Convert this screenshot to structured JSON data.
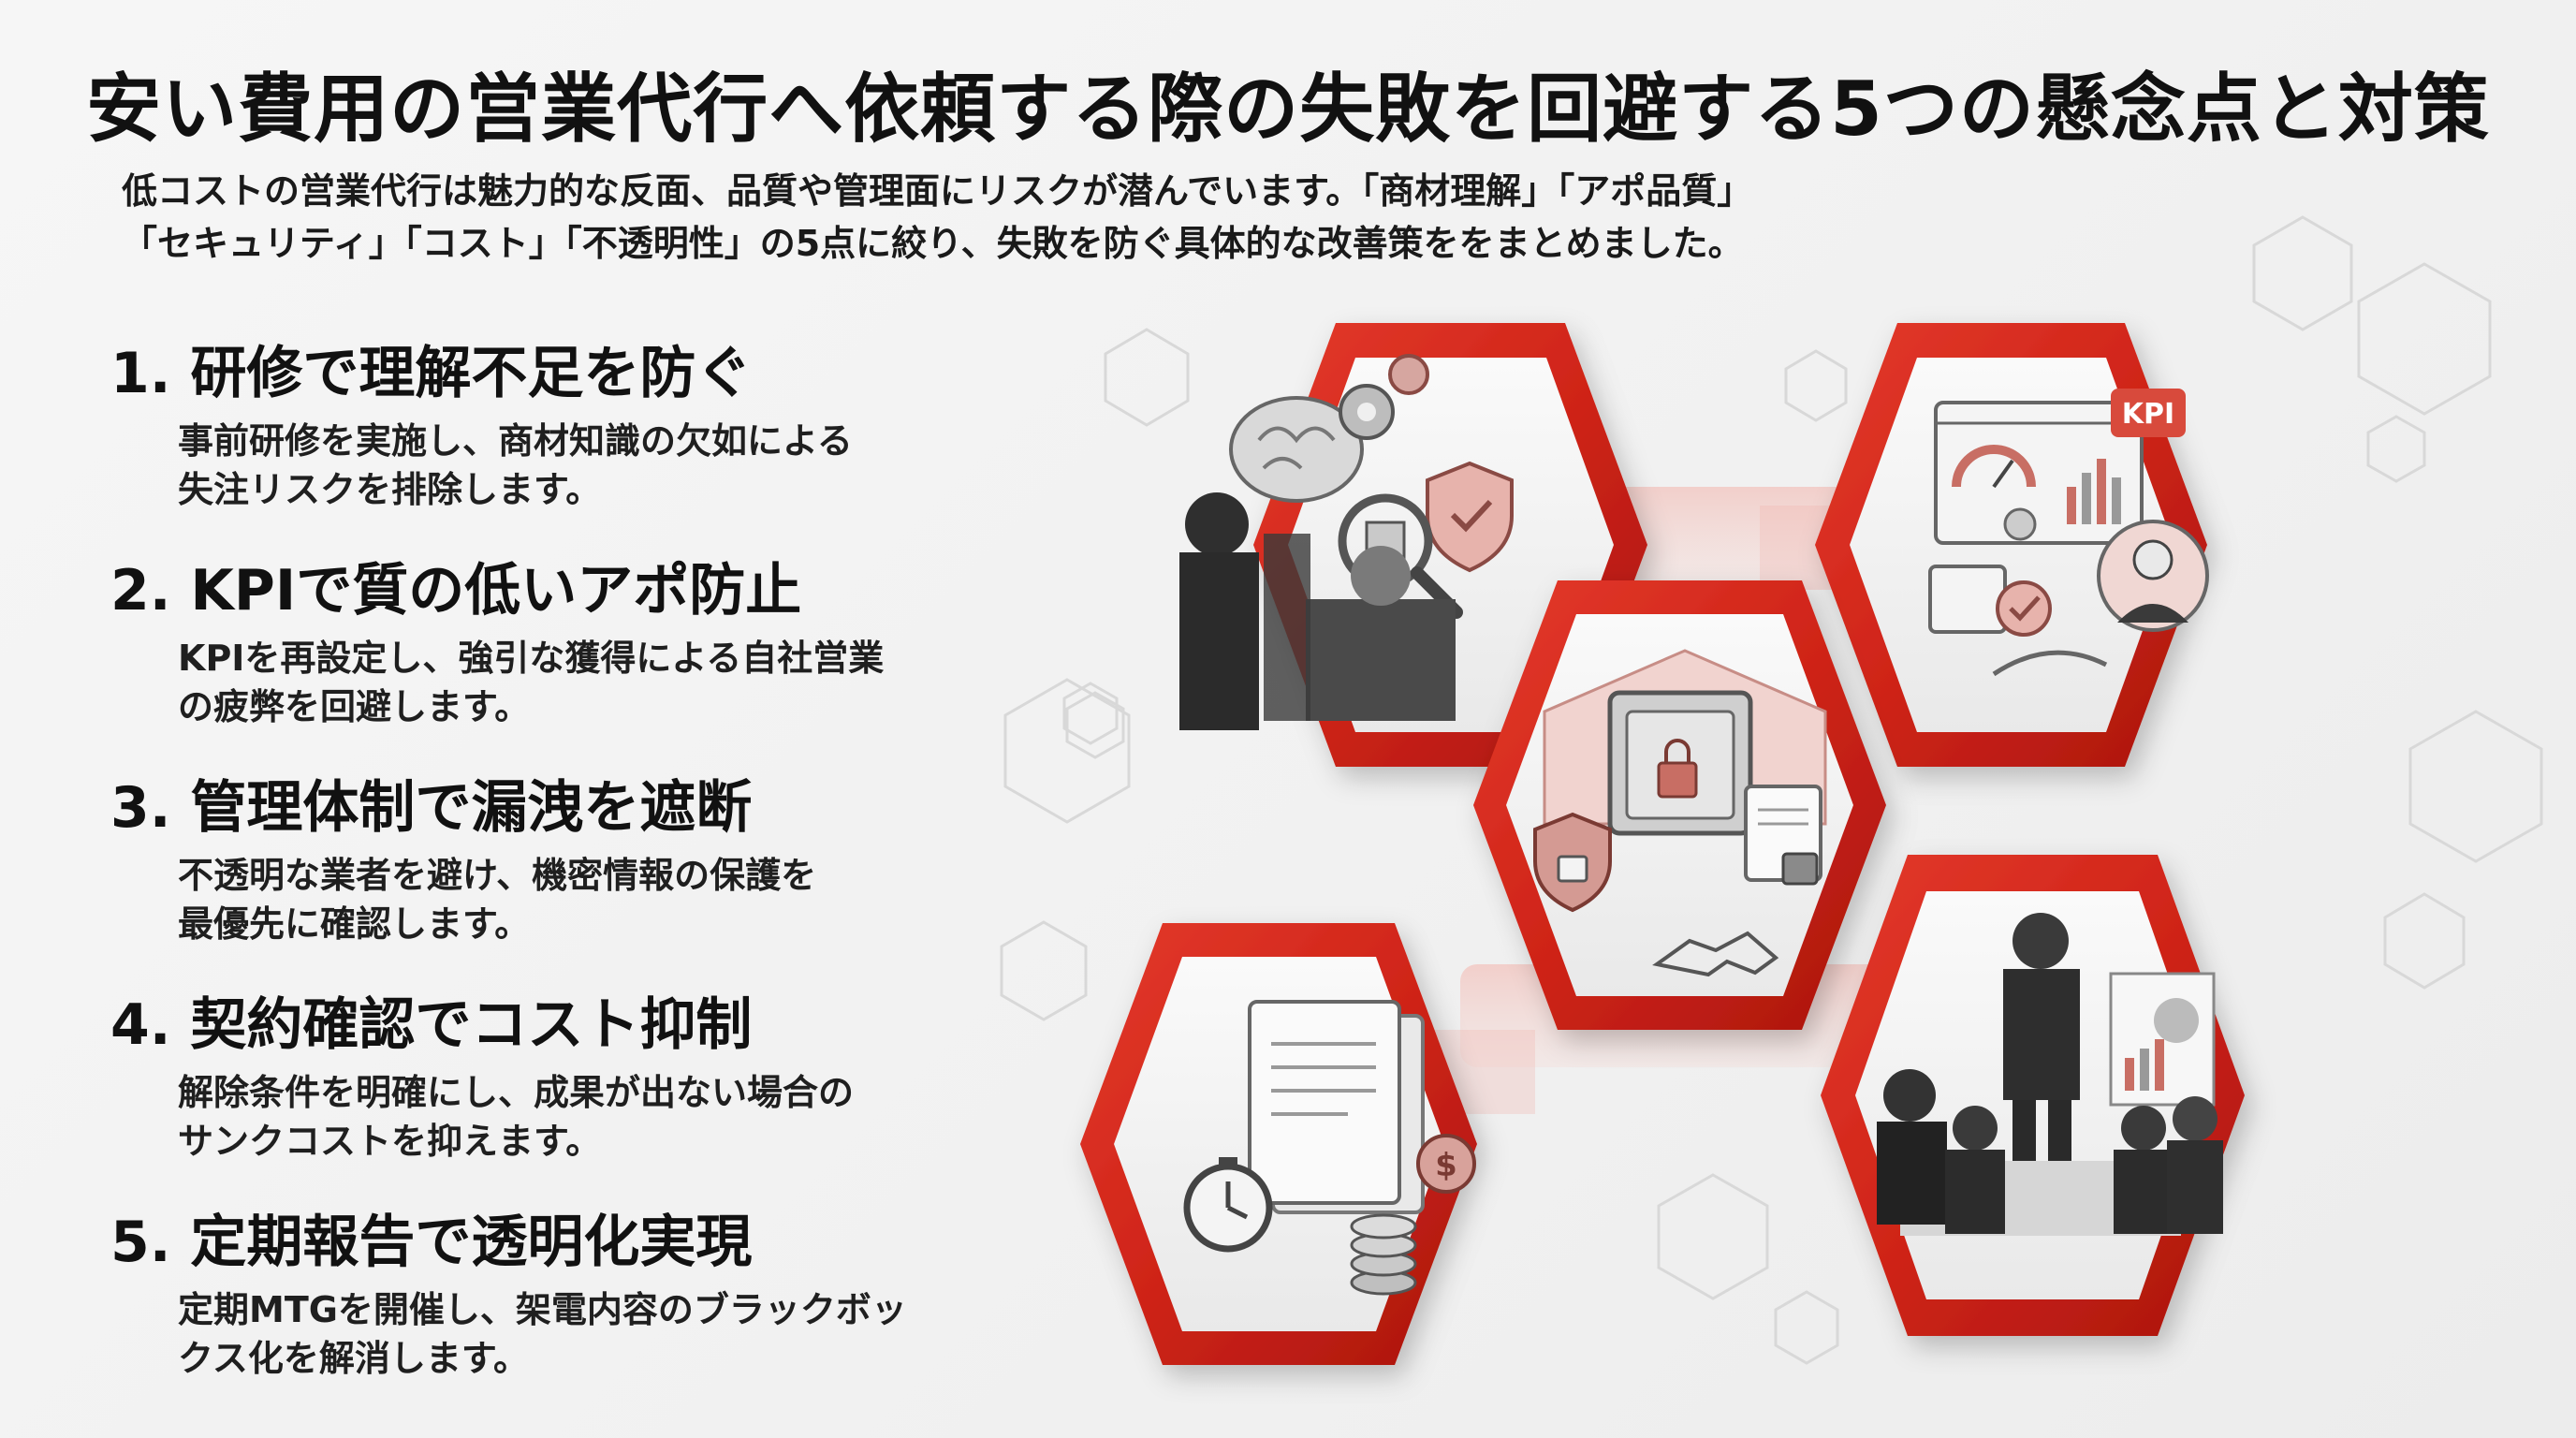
{
  "title": "安い費用の営業代行へ依頼する際の失敗を回避する5つの懸念点と対策",
  "subtitle": {
    "line1": "低コストの営業代行は魅力的な反面、品質や管理面にリスクが潜んでいます。「商材理解」「アポ品質」",
    "line2": "「セキュリティ」「コスト」「不透明性」の5点に絞り、失敗を防ぐ具体的な改善策ををまとめました。"
  },
  "items": [
    {
      "heading": "1. 研修で理解不足を防ぐ",
      "line1": "事前研修を実施し、商材知識の欠如による",
      "line2": "失注リスクを排除します。"
    },
    {
      "heading": "2. KPIで質の低いアポ防止",
      "line1": "KPIを再設定し、強引な獲得による自社営業",
      "line2": "の疲弊を回避します。"
    },
    {
      "heading": "3. 管理体制で漏洩を遮断",
      "line1": "不透明な業者を避け、機密情報の保護を",
      "line2": "最優先に確認します。"
    },
    {
      "heading": "4. 契約確認でコスト抑制",
      "line1": "解除条件を明確にし、成果が出ない場合の",
      "line2": "サンクコストを抑えます。"
    },
    {
      "heading": "5. 定期報告で透明化実現",
      "line1": "定期MTGを開催し、架電内容のブラックボッ",
      "line2": "クス化を解消します。"
    }
  ],
  "hexagons": {
    "top_left": {
      "icon": "brain-gears-magnifier-shield-icon"
    },
    "center": {
      "icon": "safe-lock-handshake-icon"
    },
    "top_right": {
      "icon": "kpi-dashboard-operator-icon",
      "badge": "KPI"
    },
    "bottom_left": {
      "icon": "documents-stopwatch-coins-icon"
    },
    "bottom_right": {
      "icon": "meeting-presentation-icon"
    }
  },
  "colors": {
    "accent_red": "#d32a1e",
    "dark_red": "#b3170f",
    "text": "#111111"
  }
}
